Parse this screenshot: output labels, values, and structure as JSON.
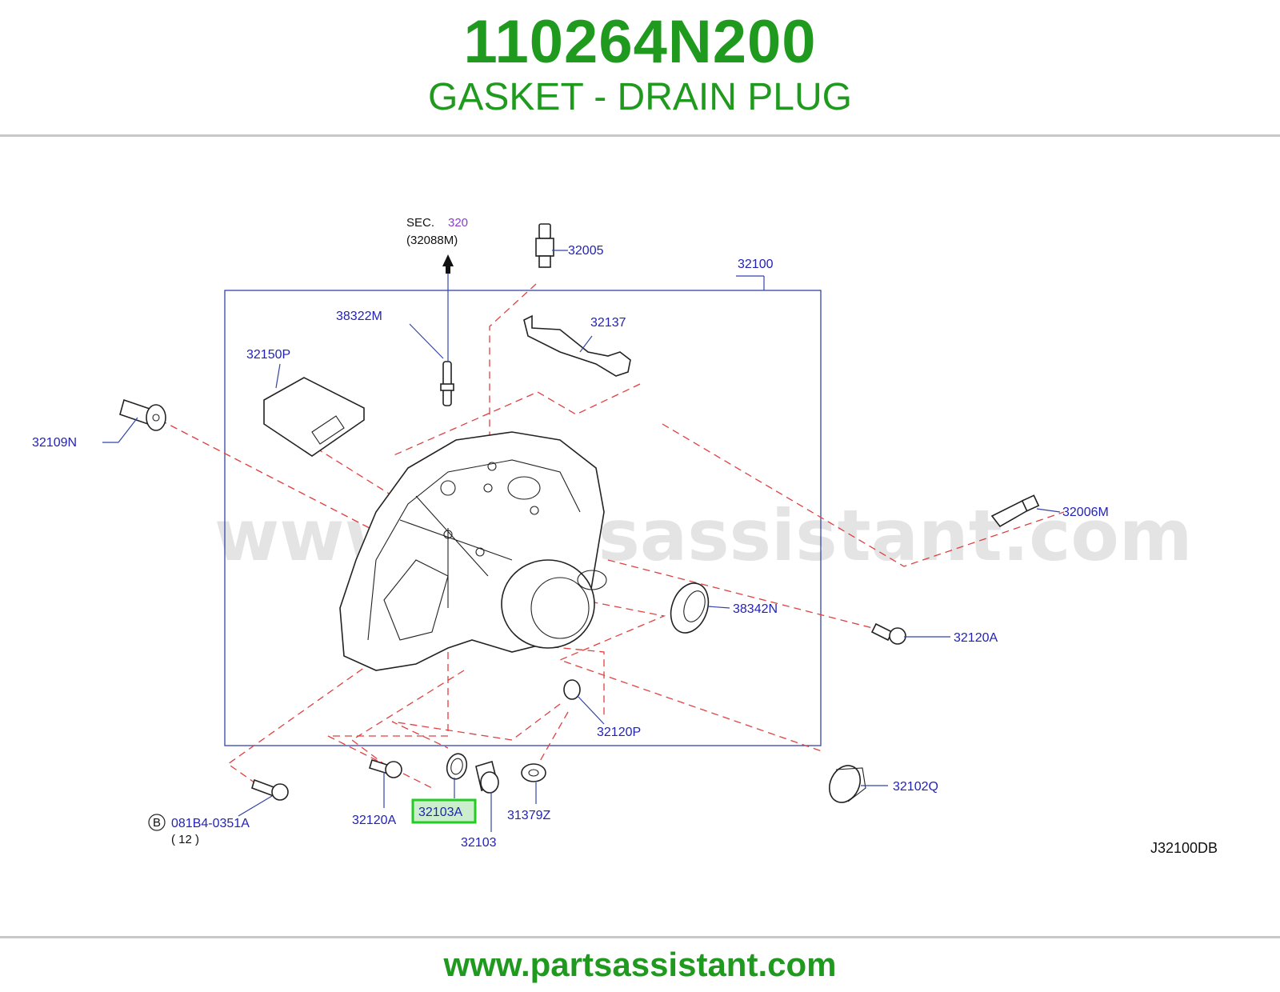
{
  "header": {
    "part_number": "110264N200",
    "part_name": "GASKET - DRAIN PLUG"
  },
  "footer": {
    "site": "www.partsassistant.com"
  },
  "diagram": {
    "watermark": "www.partsassistant.com",
    "sec_ref": {
      "prefix": "SEC.",
      "number": "320",
      "sub": "(32088M)"
    },
    "code": "J32100DB",
    "ref_b": {
      "circle": "B",
      "part": "081B4-0351A",
      "qty": "( 12 )"
    },
    "labels": {
      "p32005": "32005",
      "p32100": "32100",
      "p38322M": "38322M",
      "p32137": "32137",
      "p32150P": "32150P",
      "p32109N": "32109N",
      "p32006M": "32006M",
      "p38342N": "38342N",
      "p32120A_right": "32120A",
      "p32120P": "32120P",
      "p32102Q": "32102Q",
      "p32120A_bottom": "32120A",
      "p32103A": "32103A",
      "p32103": "32103",
      "p31379Z": "31379Z"
    },
    "highlight": "32103A",
    "colors": {
      "brand": "#1f9a1f",
      "label": "#2222b8",
      "highlight_border": "#22cc22",
      "highlight_fill": "#cdeecd",
      "dash": "#e04040"
    }
  }
}
